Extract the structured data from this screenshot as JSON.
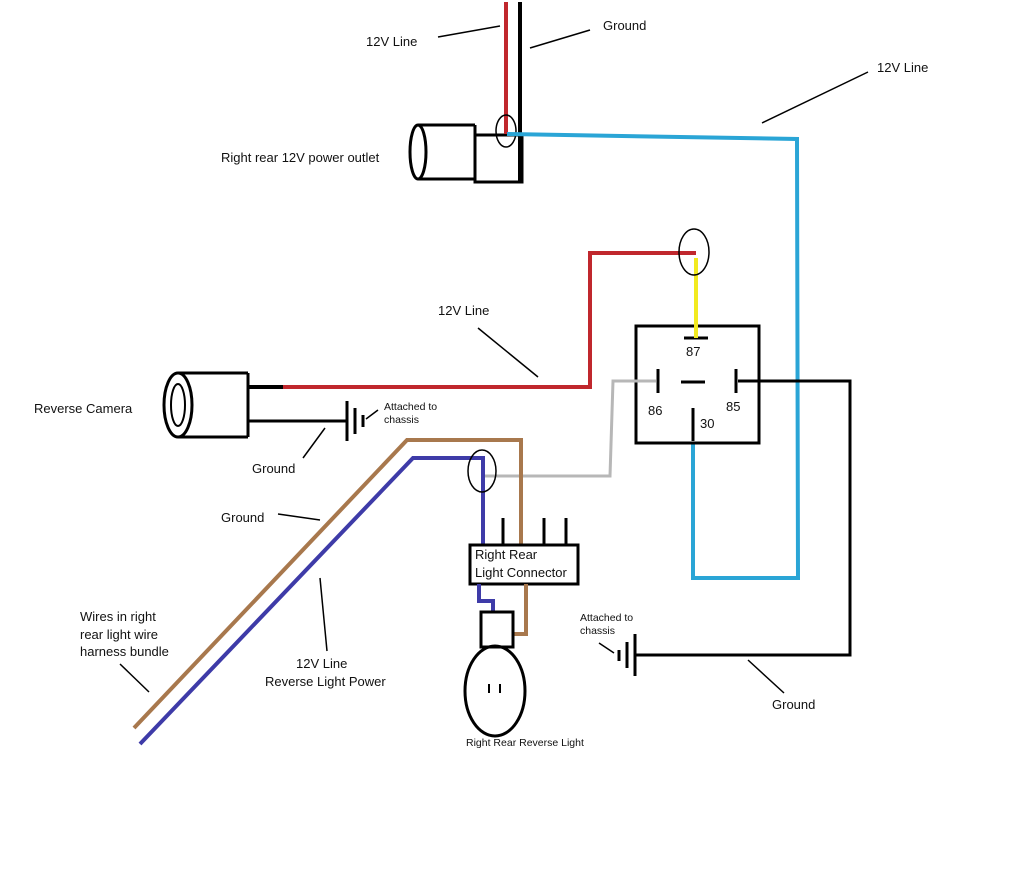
{
  "colors": {
    "red": "#c0272d",
    "black": "#000000",
    "blue": "#2aa5d6",
    "yellow": "#f2ea20",
    "gray": "#b7b7b7",
    "brown": "#a8784d",
    "purple": "#3e3ba8"
  },
  "labels": {
    "top_12v": "12V Line",
    "top_ground": "Ground",
    "right_12v": "12V Line",
    "outlet": "Right rear 12V power outlet",
    "mid_12v": "12V Line",
    "camera": "Reverse Camera",
    "attached_chassis_1": [
      "Attached to",
      "chassis"
    ],
    "camera_ground": "Ground",
    "harness_ground": "Ground",
    "harness_bundle": [
      "Wires in right",
      "rear light wire",
      "harness bundle"
    ],
    "reverse_power": [
      "12V Line",
      "Reverse Light Power"
    ],
    "connector": [
      "Right Rear",
      "Light Connector"
    ],
    "attached_chassis_2": [
      "Attached to",
      "chassis"
    ],
    "relay_ground": "Ground",
    "reverse_light": "Right Rear Reverse Light"
  },
  "relay": {
    "pin87": "87",
    "pin86": "86",
    "pin85": "85",
    "pin30": "30"
  }
}
